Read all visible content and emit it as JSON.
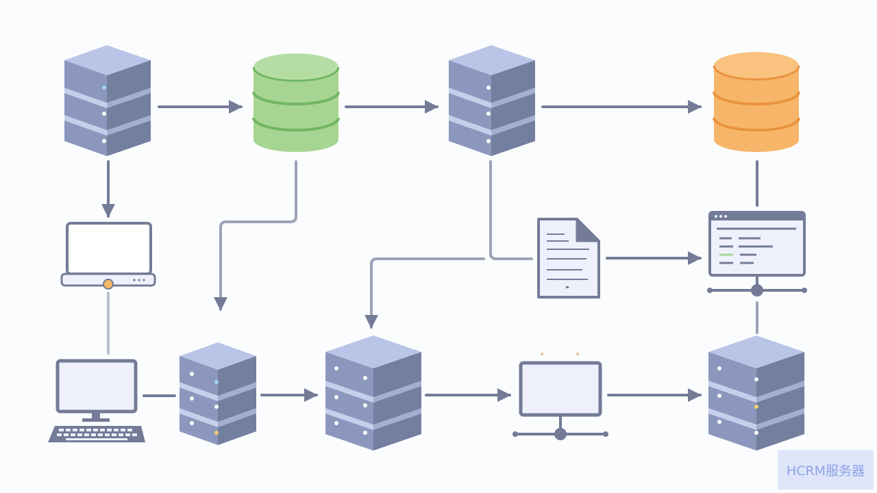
{
  "watermark": {
    "text": "HCRM服务器"
  },
  "colors": {
    "server_front": "#8b97bd",
    "server_top": "#b9c5e6",
    "server_side": "#737f9f",
    "db_green": "#a6d592",
    "db_green_line": "#72b561",
    "db_orange": "#f7b56a",
    "db_orange_line": "#e8933e",
    "arrow": "#737b97",
    "connector": "#9ca3b8",
    "screen": "#eef1fb",
    "watermark_bg": "#dfe6fa",
    "watermark_text": "#8ea2e6"
  },
  "nodes": [
    {
      "id": "server-top-left",
      "icon": "server-rack-icon"
    },
    {
      "id": "database-green",
      "icon": "database-icon"
    },
    {
      "id": "server-top-middle",
      "icon": "server-rack-icon"
    },
    {
      "id": "database-orange",
      "icon": "database-icon"
    },
    {
      "id": "laptop",
      "icon": "laptop-icon"
    },
    {
      "id": "document",
      "icon": "document-icon"
    },
    {
      "id": "web-browser-network",
      "icon": "browser-network-icon"
    },
    {
      "id": "desktop-computer",
      "icon": "desktop-computer-icon"
    },
    {
      "id": "server-bottom-1",
      "icon": "server-rack-icon"
    },
    {
      "id": "server-bottom-2",
      "icon": "server-rack-icon"
    },
    {
      "id": "network-monitor",
      "icon": "network-monitor-icon"
    },
    {
      "id": "server-bottom-right",
      "icon": "server-rack-icon"
    }
  ]
}
